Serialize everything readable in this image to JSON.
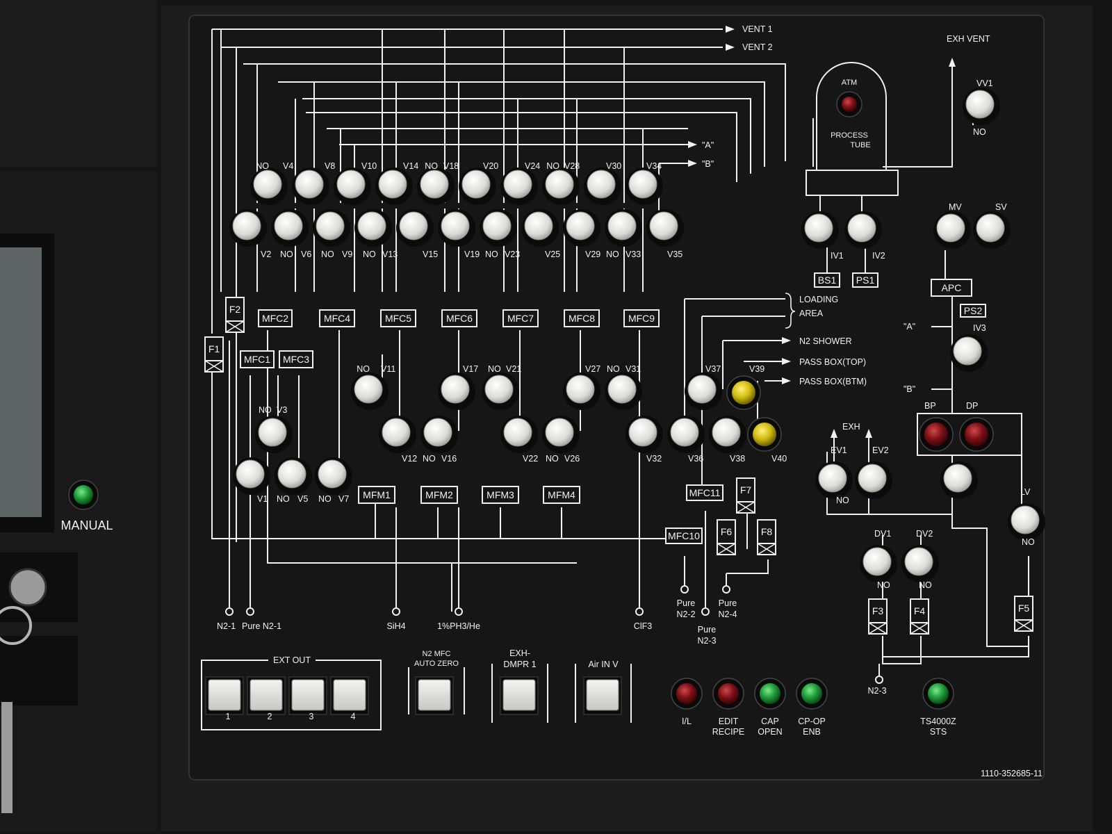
{
  "colors": {
    "panel": "#1b1b1b",
    "line": "#f1f1f1",
    "knob": "#e6e6e1",
    "green_lamp": "#1ea23a",
    "red_lamp": "#8a1217",
    "yellow_lamp": "#d9c313"
  },
  "left_panel": {
    "manual_label": "MANUAL",
    "manual_lamp_color": "green"
  },
  "outlets": {
    "vent1": "VENT 1",
    "vent2": "VENT 2",
    "a": "\"A\"",
    "b": "\"B\"",
    "exh_vent": "EXH VENT",
    "loading": "LOADING",
    "area": "AREA",
    "n2_shower": "N2 SHOWER",
    "pass_box_top": "PASS BOX(TOP)",
    "pass_box_btm": "PASS BOX(BTM)",
    "exh": "EXH",
    "a_right": "\"A\"",
    "b_right": "\"B\""
  },
  "process_tube": {
    "atm": "ATM",
    "line1": "PROCESS",
    "line2": "TUBE"
  },
  "boxes": {
    "mfc1": "MFC1",
    "mfc2": "MFC2",
    "mfc3": "MFC3",
    "mfc4": "MFC4",
    "mfc5": "MFC5",
    "mfc6": "MFC6",
    "mfc7": "MFC7",
    "mfc8": "MFC8",
    "mfc9": "MFC9",
    "mfc10": "MFC10",
    "mfc11": "MFC11",
    "mfm1": "MFM1",
    "mfm2": "MFM2",
    "mfm3": "MFM3",
    "mfm4": "MFM4",
    "bs1": "BS1",
    "ps1": "PS1",
    "apc": "APC",
    "ps2": "PS2"
  },
  "filters": {
    "f1": "F1",
    "f2": "F2",
    "f3": "F3",
    "f4": "F4",
    "f5": "F5",
    "f6": "F6",
    "f7": "F7",
    "f8": "F8"
  },
  "valve_labels": {
    "no": "NO",
    "v1": "V1",
    "v2": "V2",
    "v3": "V3",
    "v4": "V4",
    "v5": "V5",
    "v6": "V6",
    "v7": "V7",
    "v8": "V8",
    "v9": "V9",
    "v10": "V10",
    "v11": "V11",
    "v12": "V12",
    "v13": "V13",
    "v14": "V14",
    "v15": "V15",
    "v16": "V16",
    "v17": "V17",
    "v18": "V18",
    "v19": "V19",
    "v20": "V20",
    "v21": "V21",
    "v22": "V22",
    "v23": "V23",
    "v24": "V24",
    "v25": "V25",
    "v26": "V26",
    "v27": "V27",
    "v28": "V28",
    "v29": "V29",
    "v30": "V30",
    "v31": "V31",
    "v32": "V32",
    "v33": "V33",
    "v34": "V34",
    "v35": "V35",
    "v36": "V36",
    "v37": "V37",
    "v38": "V38",
    "v39": "V39",
    "v40": "V40",
    "iv1": "IV1",
    "iv2": "IV2",
    "iv3": "IV3",
    "mv": "MV",
    "sv": "SV",
    "vv1": "VV1",
    "ev1": "EV1",
    "ev2": "EV2",
    "bp": "BP",
    "dp": "DP",
    "lv": "LV",
    "dv1": "DV1",
    "dv2": "DV2"
  },
  "inlets": {
    "n2_1": "N2-1",
    "pure_n2_1": "Pure N2-1",
    "sih4": "SiH4",
    "ph3": "1%PH3/He",
    "clf3": "ClF3",
    "pure_n2_2a": "Pure",
    "pure_n2_2b": "N2-2",
    "pure_n2_3a": "Pure",
    "pure_n2_3b": "N2-3",
    "pure_n2_4a": "Pure",
    "pure_n2_4b": "N2-4",
    "n2_3": "N2-3"
  },
  "buttons": {
    "ext_out": "EXT OUT",
    "ext_nums": [
      "1",
      "2",
      "3",
      "4"
    ],
    "n2mfc_l1": "N2 MFC",
    "n2mfc_l2": "AUTO ZERO",
    "exh_l1": "EXH-",
    "exh_l2": "DMPR 1",
    "airin": "Air IN V"
  },
  "indicators": [
    {
      "l1": "I/L",
      "l2": "",
      "color": "red"
    },
    {
      "l1": "EDIT",
      "l2": "RECIPE",
      "color": "red"
    },
    {
      "l1": "CAP",
      "l2": "OPEN",
      "color": "green"
    },
    {
      "l1": "CP-OP",
      "l2": "ENB",
      "color": "green"
    }
  ],
  "ts_indicator": {
    "l1": "TS4000Z",
    "l2": "STS",
    "color": "green"
  },
  "part_number": "1110-352685-11"
}
